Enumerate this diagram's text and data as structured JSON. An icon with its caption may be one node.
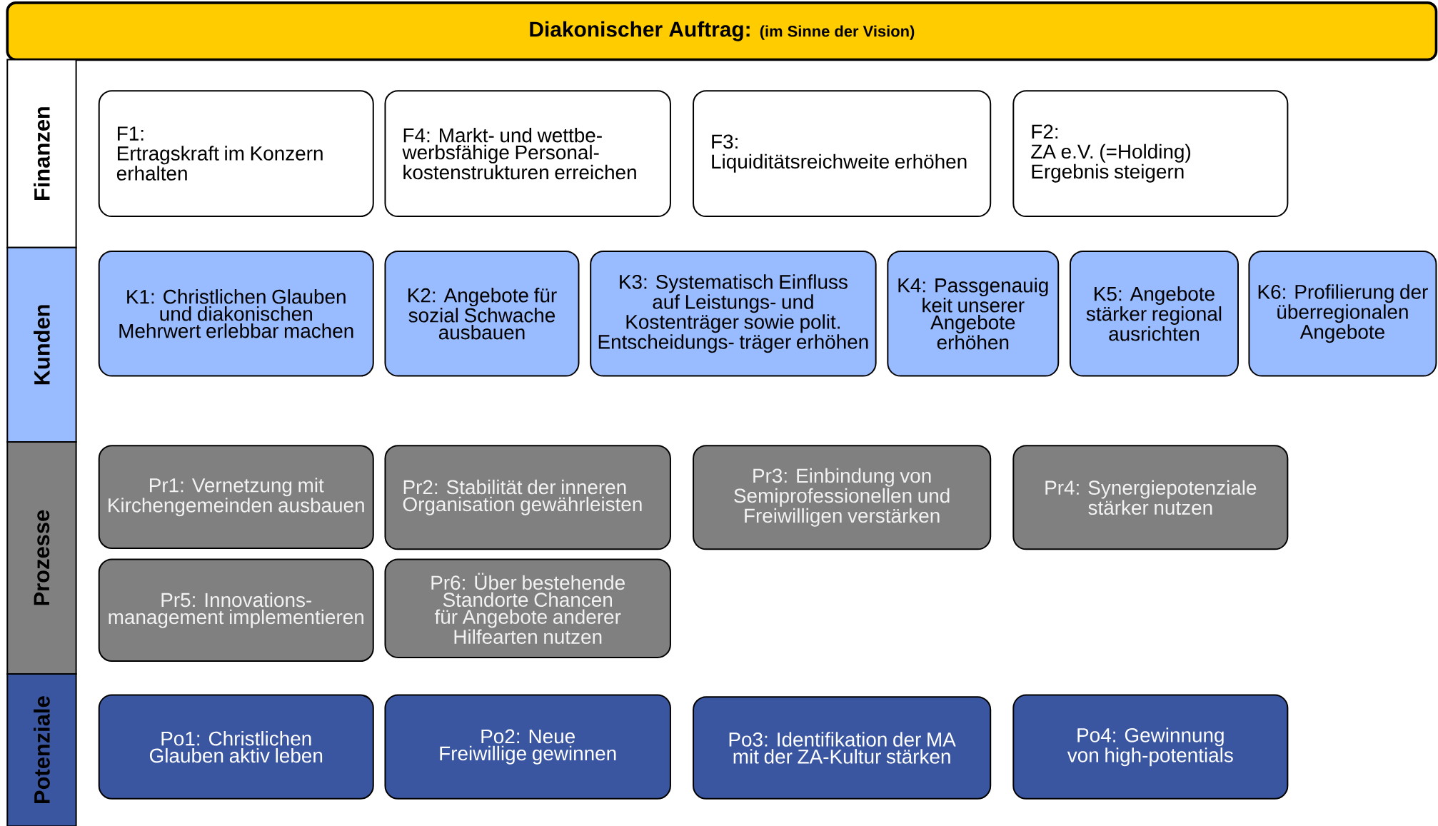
{
  "diagram": {
    "nodes": [
      {
        "text": [
          "Diakonischer Auftrag:",
          "(im Sinne der Vision)"
        ]
      },
      {
        "text": [
          "Finanzen"
        ]
      },
      {
        "text": [
          "F1:",
          "Ertragskraft im Konzern erhalten"
        ]
      },
      {
        "text": [
          "F4: Markt- und wettbe- werbsfähige Personal- kostenstrukturen erreichen"
        ]
      },
      {
        "text": [
          "F3:",
          "Liquiditätsreichweite erhöhen"
        ]
      },
      {
        "text": [
          "F2:",
          "ZA e.V. (=Holding) Ergebnis steigern"
        ]
      },
      {
        "text": [
          "Kunden"
        ]
      },
      {
        "text": [
          "K1: Christlichen Glauben und diakonischen Mehrwert erlebbar machen"
        ]
      },
      {
        "text": [
          "K2: Angebote für sozial Schwache ausbauen"
        ]
      },
      {
        "text": [
          "K3: Systematisch Einfluss auf Leistungs- und Kostenträger sowie polit. Entscheidungs- träger erhöhen"
        ]
      },
      {
        "text": [
          "K4: Passgenauig keit unserer Angebote erhöhen"
        ]
      },
      {
        "text": [
          "K5: Angebote stärker regional ausrichten"
        ]
      },
      {
        "text": [
          "K6: Profilierung der überregionalen Angebote"
        ]
      },
      {
        "text": [
          "Prozesse"
        ]
      },
      {
        "text": [
          "Pr1: Vernetzung mit Kirchengemeinden ausbauen"
        ]
      },
      {
        "text": [
          "Pr2: Stabilität der inneren Organisation gewährleisten"
        ]
      },
      {
        "text": [
          "Pr3: Einbindung von Semiprofessionellen und Freiwilligen verstärken"
        ]
      },
      {
        "text": [
          "Pr4: Synergiepotenziale stärker nutzen"
        ]
      },
      {
        "text": [
          "Pr5: Innovations- management implementieren"
        ]
      },
      {
        "text": [
          "Pr6: Über bestehende Standorte Chancen für Angebote anderer Hilfearten nutzen"
        ]
      },
      {
        "text": [
          "Potenziale"
        ]
      },
      {
        "text": [
          "Po1: Christlichen Glauben aktiv leben"
        ]
      },
      {
        "text": [
          "Po2: Neue Freiwillige gewinnen"
        ]
      },
      {
        "text": [
          "Po3: Identifikation der MA mit der ZA-Kultur stärken"
        ]
      },
      {
        "text": [
          "Po4: Gewinnung von high-potentials"
        ]
      }
    ]
  }
}
